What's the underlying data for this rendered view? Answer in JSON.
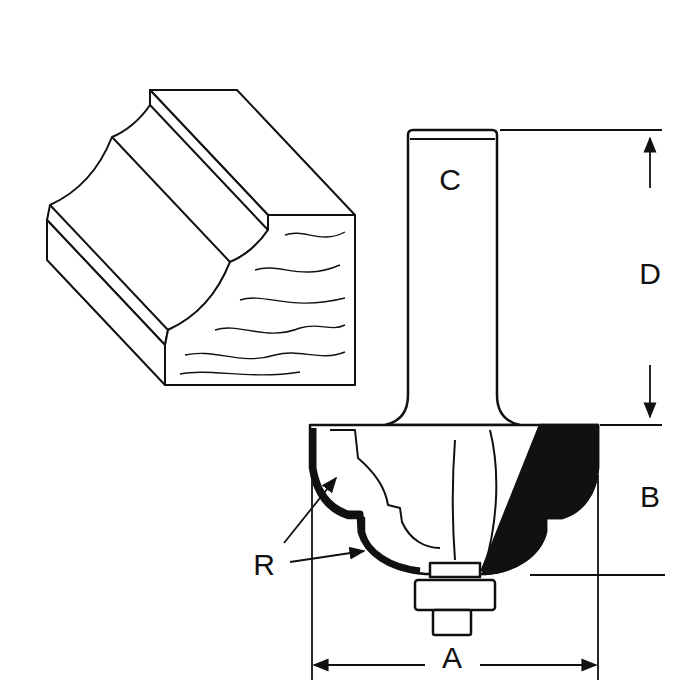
{
  "diagram": {
    "labels": [
      "C",
      "D",
      "B",
      "R",
      "A"
    ]
  }
}
